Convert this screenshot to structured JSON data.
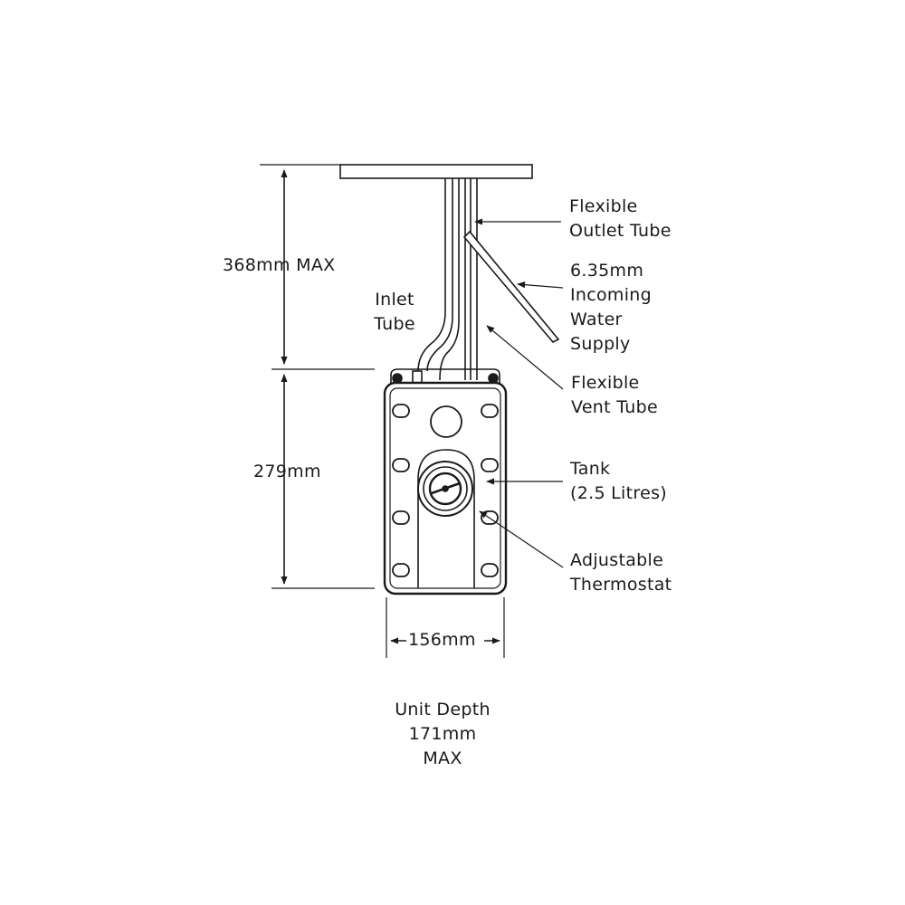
{
  "colors": {
    "ink": "#1a1a1a",
    "background": "#ffffff"
  },
  "dimensions": {
    "height_upper": "368mm MAX",
    "height_tank": "279mm",
    "width": "156mm",
    "depth": [
      "Unit Depth",
      "171mm",
      "MAX"
    ]
  },
  "callouts": {
    "inlet_tube": [
      "Inlet",
      "Tube"
    ],
    "flexible_outlet_tube": [
      "Flexible",
      "Outlet Tube"
    ],
    "incoming_water_supply": [
      "6.35mm",
      "Incoming",
      "Water",
      "Supply"
    ],
    "flexible_vent_tube": [
      "Flexible",
      "Vent Tube"
    ],
    "tank": [
      "Tank",
      "(2.5 Litres)"
    ],
    "adjustable_thermostat": [
      "Adjustable",
      "Thermostat"
    ]
  }
}
